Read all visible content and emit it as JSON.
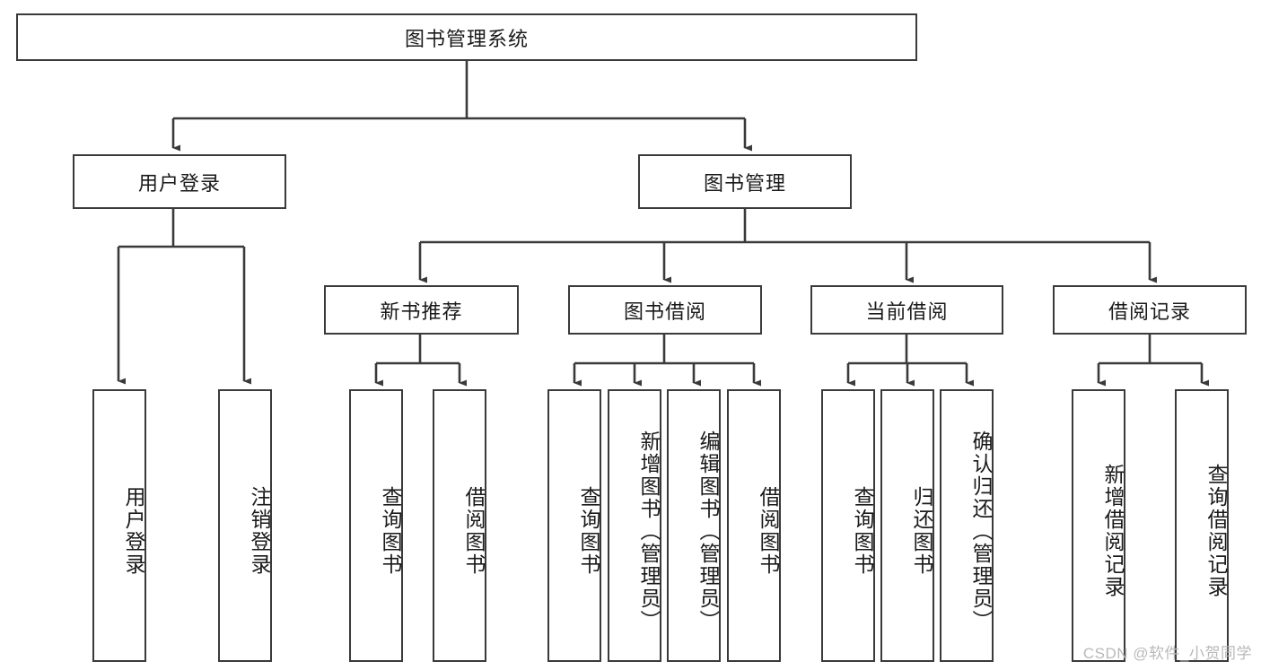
{
  "diagram": {
    "title": "图书管理系统",
    "watermark": "CSDN @软件_小贺同学",
    "nodes": {
      "root": {
        "label": "图书管理系统"
      },
      "user_login": {
        "label": "用户登录"
      },
      "book_manage": {
        "label": "图书管理"
      },
      "new_book_rec": {
        "label": "新书推荐"
      },
      "book_borrow": {
        "label": "图书借阅"
      },
      "current_borrow": {
        "label": "当前借阅"
      },
      "borrow_record": {
        "label": "借阅记录"
      },
      "leaf_user_login": {
        "label": "用户登录"
      },
      "leaf_logout": {
        "label": "注销登录"
      },
      "leaf_query_book_1": {
        "label": "查询图书"
      },
      "leaf_borrow_book_1": {
        "label": "借阅图书"
      },
      "leaf_query_book_2": {
        "label": "查询图书"
      },
      "leaf_add_book": {
        "label": "新增图书（管理员）"
      },
      "leaf_edit_book": {
        "label": "编辑图书（管理员）"
      },
      "leaf_borrow_book_2": {
        "label": "借阅图书"
      },
      "leaf_query_book_3": {
        "label": "查询图书"
      },
      "leaf_return_book": {
        "label": "归还图书"
      },
      "leaf_confirm_return": {
        "label": "确认归还（管理员）"
      },
      "leaf_add_record": {
        "label": "新增借阅记录"
      },
      "leaf_query_record": {
        "label": "查询借阅记录"
      }
    },
    "colors": {
      "stroke": "#3a3a3a",
      "fill": "#ffffff",
      "text": "#1a1a1a",
      "watermark": "#b9b9b9"
    }
  }
}
